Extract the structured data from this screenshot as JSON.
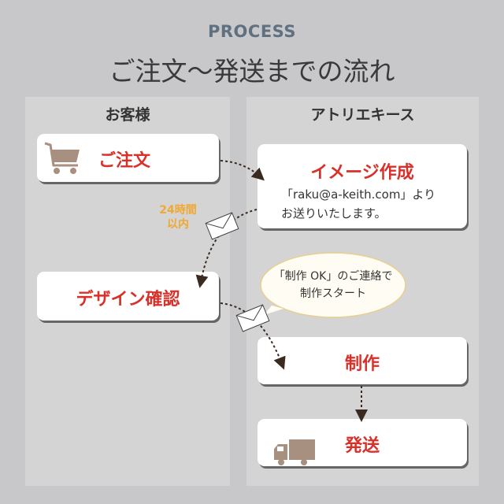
{
  "header": {
    "label": "PROCESS",
    "title": "ご注文〜発送までの流れ"
  },
  "columns": {
    "customer": "お客様",
    "company": "アトリエキース"
  },
  "steps": {
    "order": "ご注文",
    "image": "イメージ作成",
    "image_note_1": "「raku@a-keith.com」より",
    "image_note_2": "お送りいたします。",
    "design": "デザイン確認",
    "production": "制作",
    "shipping": "発送"
  },
  "annotations": {
    "wait_1": "24時間",
    "wait_2": "以内",
    "bubble_1": "「制作 OK」のご連絡で",
    "bubble_2": "制作スタート"
  },
  "colors": {
    "accent": "#d9302a",
    "label": "#5f7080",
    "highlight": "#f0a830",
    "icon": "#a89080"
  }
}
